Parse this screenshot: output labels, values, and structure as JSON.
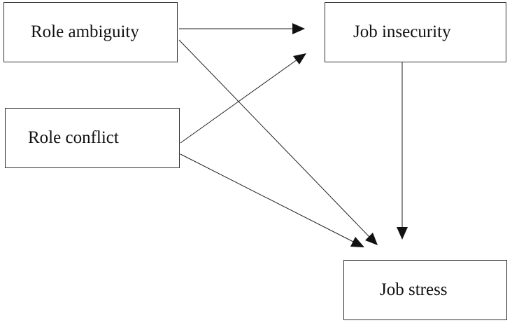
{
  "nodes": {
    "role_ambiguity": "Role ambiguity",
    "job_insecurity": "Job insecurity",
    "role_conflict": "Role conflict",
    "job_stress": "Job stress"
  },
  "edges": [
    {
      "from": "role_ambiguity",
      "to": "job_insecurity"
    },
    {
      "from": "role_ambiguity",
      "to": "job_stress"
    },
    {
      "from": "role_conflict",
      "to": "job_insecurity"
    },
    {
      "from": "role_conflict",
      "to": "job_stress"
    },
    {
      "from": "job_insecurity",
      "to": "job_stress"
    }
  ],
  "colors": {
    "line": "#222222",
    "border": "#333333",
    "text": "#111111"
  }
}
